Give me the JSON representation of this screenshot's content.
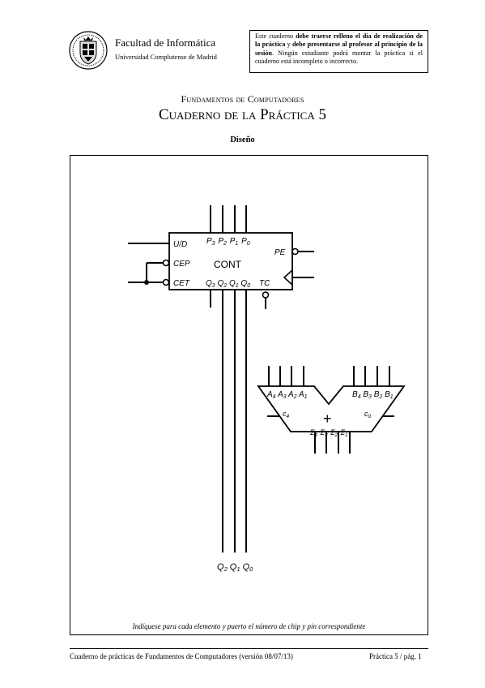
{
  "header": {
    "faculty": "Facultad de Informática",
    "university": "Universidad Complutense de Madrid",
    "notice": {
      "t1": "Este cuaderno ",
      "b1": "debe traerse relleno el día de realización de la práctica",
      "t2": " y ",
      "b2": "debe presentarse al profesor al principio de la sesión",
      "t3": ". Ningún estudiante podrá montar la práctica si el cuaderno está incompleto o incorrecto."
    }
  },
  "titles": {
    "course": "Fundamentos de Computadores",
    "practice": "Cuaderno de la Práctica 5",
    "section": "Diseño"
  },
  "counter": {
    "name": "CONT",
    "ud": "U/D",
    "cep": "CEP",
    "cet": "CET",
    "pe": "PE",
    "tc": "TC",
    "p_letter": "P",
    "q_letter": "Q",
    "p_indices": [
      "3",
      "2",
      "1",
      "0"
    ],
    "q_indices": [
      "3",
      "2",
      "1",
      "0"
    ]
  },
  "adder": {
    "plus": "+",
    "a_letter": "A",
    "b_letter": "B",
    "a_indices": [
      "4",
      "3",
      "2",
      "1"
    ],
    "b_indices": [
      "4",
      "3",
      "2",
      "1"
    ],
    "sum_letter": "Σ",
    "sum_indices": [
      "4",
      "3",
      "2",
      "1"
    ],
    "carry_letter": "c",
    "carry_out": "4",
    "carry_in": "0"
  },
  "outputs": {
    "q_letter": "Q",
    "indices": [
      "2",
      "1",
      "0"
    ]
  },
  "instruction": "Indíquese para cada elemento y puerto el número de chip y pin correspondiente",
  "footer": {
    "left": "Cuaderno de prácticas de Fundamentos de Computadores (versión 08/07/13)",
    "right": "Práctica 5 / pág. 1"
  }
}
